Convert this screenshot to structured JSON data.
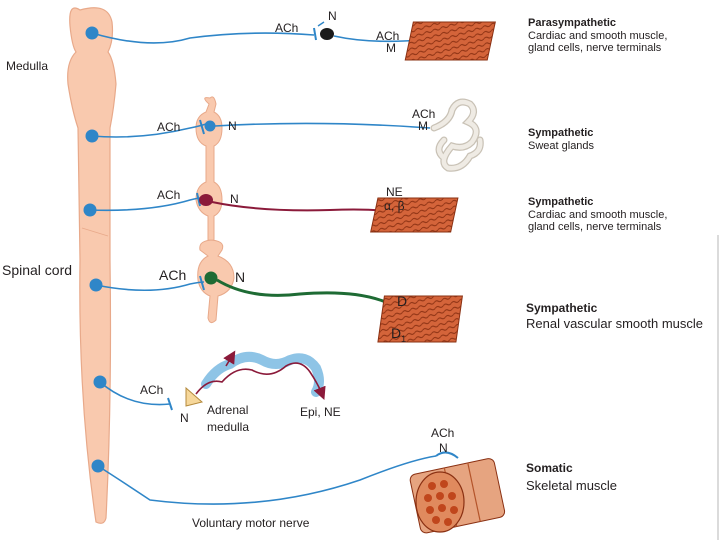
{
  "labels": {
    "medulla": "Medulla",
    "spinal_cord": "Spinal cord",
    "voluntary_motor_nerve": "Voluntary motor nerve",
    "adrenal_medulla_line1": "Adrenal",
    "adrenal_medulla_line2": "medulla",
    "epi_ne": "Epi, NE"
  },
  "pathways": [
    {
      "type": "Parasympathetic",
      "target": "Cardiac and smooth muscle,",
      "target2": "gland cells, nerve terminals",
      "pre": "ACh",
      "ganglion": "N",
      "post": "ACh",
      "receptor": "M"
    },
    {
      "type": "Sympathetic",
      "target": "Sweat glands",
      "pre": "ACh",
      "ganglion": "N",
      "post": "ACh",
      "receptor": "M"
    },
    {
      "type": "Sympathetic",
      "target": "Cardiac and smooth muscle,",
      "target2": "gland cells, nerve terminals",
      "pre": "ACh",
      "ganglion": "N",
      "post": "NE",
      "receptor": "α, β"
    },
    {
      "type": "Sympathetic",
      "target": "Renal vascular smooth muscle",
      "pre": "ACh",
      "ganglion": "N",
      "post": "D",
      "receptor": "D",
      "receptor_sub": "1"
    },
    {
      "pre": "ACh",
      "ganglion": "N"
    },
    {
      "type": "Somatic",
      "target": "Skeletal muscle",
      "post": "ACh",
      "receptor": "N"
    }
  ],
  "colors": {
    "cord": "#f9c9ae",
    "cord_stroke": "#e8a98a",
    "nerve_blue": "#2f86c8",
    "neuron_red": "#8b1a3a",
    "neuron_green": "#1e6b34",
    "muscle": "#d8663a",
    "gland": "#e6e2da",
    "capillary": "#8ec4e6"
  }
}
